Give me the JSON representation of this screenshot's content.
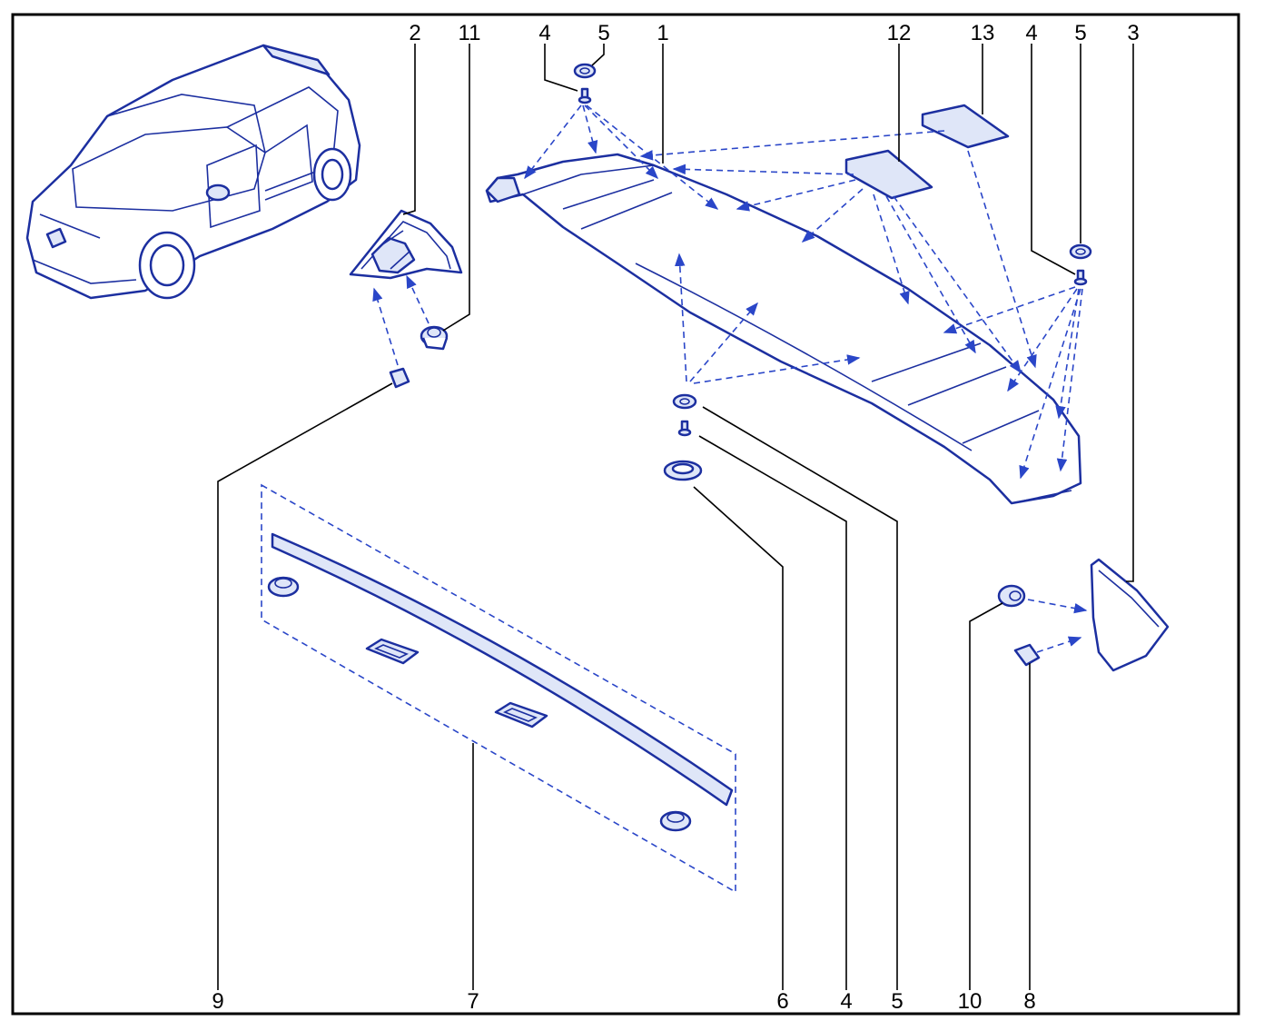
{
  "diagram": {
    "callouts": {
      "top": [
        {
          "id": "c2",
          "text": "2"
        },
        {
          "id": "c11",
          "text": "11"
        },
        {
          "id": "c4a",
          "text": "4"
        },
        {
          "id": "c5a",
          "text": "5"
        },
        {
          "id": "c1",
          "text": "1"
        },
        {
          "id": "c12",
          "text": "12"
        },
        {
          "id": "c13",
          "text": "13"
        },
        {
          "id": "c4b",
          "text": "4"
        },
        {
          "id": "c5b",
          "text": "5"
        },
        {
          "id": "c3",
          "text": "3"
        }
      ],
      "bottom": [
        {
          "id": "c9",
          "text": "9"
        },
        {
          "id": "c7",
          "text": "7"
        },
        {
          "id": "c6",
          "text": "6"
        },
        {
          "id": "c4c",
          "text": "4"
        },
        {
          "id": "c5c",
          "text": "5"
        },
        {
          "id": "c10",
          "text": "10"
        },
        {
          "id": "c8",
          "text": "8"
        }
      ]
    },
    "colors": {
      "line": "#1c2fa0",
      "fill": "#dfe6f8",
      "arrow": "#2a46c8",
      "leader": "#000000"
    }
  }
}
